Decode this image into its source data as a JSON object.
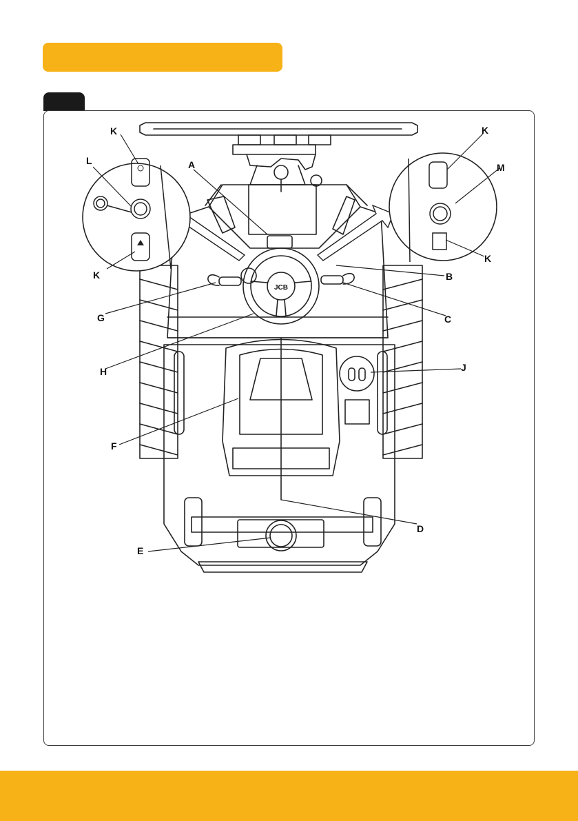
{
  "colors": {
    "accent": "#F7B217",
    "ink": "#111111"
  },
  "header": {
    "title": ""
  },
  "figure": {
    "tab_label": "",
    "callouts": {
      "K1": "K",
      "L": "L",
      "A": "A",
      "K2": "K",
      "M": "M",
      "K3": "K",
      "K4": "K",
      "B": "B",
      "G": "G",
      "C": "C",
      "H": "H",
      "J": "J",
      "F": "F",
      "D": "D",
      "E": "E"
    },
    "steering_logo": "JCB"
  },
  "footer": {
    "text": ""
  }
}
